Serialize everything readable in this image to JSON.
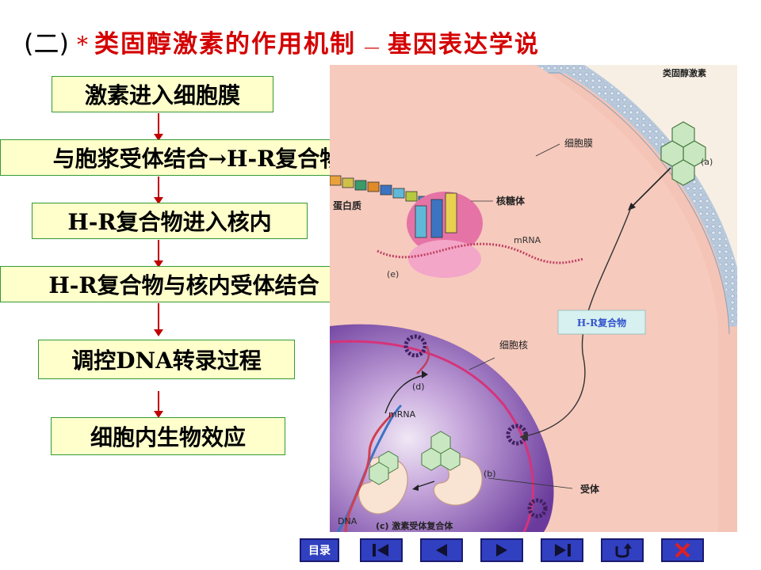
{
  "title": {
    "prefix": "(二)",
    "star": "*",
    "main": "类固醇激素的作用机制",
    "dash": "—",
    "sub": "基因表达学说"
  },
  "flow": [
    "激素进入细胞膜",
    "与胞浆受体结合→H-R复合物",
    "H-R复合物进入核内",
    "H-R复合物与核内受体结合",
    "调控DNA转录过程",
    "细胞内生物效应"
  ],
  "figure": {
    "labels": {
      "steroid": "类固醇激素",
      "membrane": "细胞膜",
      "a": "(a)",
      "protein": "蛋白质",
      "ribosome": "核糖体",
      "mrna_top": "mRNA",
      "e": "(e)",
      "hr_complex": "H-R复合物",
      "nucleus": "细胞核",
      "d": "(d)",
      "mrna_bottom": "mRNA",
      "b": "(b)",
      "receptor": "受体",
      "dna": "DNA",
      "c": "(c) 激素受体复合体"
    },
    "colors": {
      "cytoplasm": "#f5c9bd",
      "nucleus": "#8a5fb8",
      "membrane": "#c8d8ea",
      "hr_box": "#d7f0f0"
    }
  },
  "nav": {
    "menu_label": "目录",
    "buttons": [
      "first-icon",
      "prev-icon",
      "next-icon",
      "last-icon",
      "return-icon",
      "exit-icon"
    ]
  }
}
